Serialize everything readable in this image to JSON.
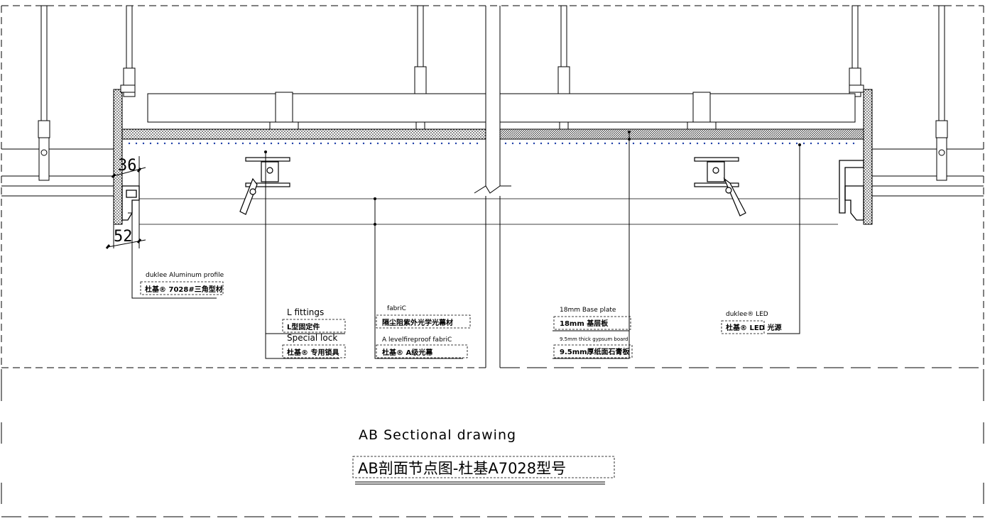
{
  "drawing": {
    "title_en": "AB Sectional drawing",
    "title_cn": "AB剖面节点图-杜基A7028型号"
  },
  "dimensions": {
    "top": "36",
    "bottom": "52"
  },
  "labels": {
    "profile_en": "duklee Aluminum profile",
    "profile_cn": "杜基® 7028#三角型材",
    "l_fittings_en": "L fittings",
    "l_fittings_cn": "L型固定件",
    "special_lock_en": "Special lock",
    "special_lock_cn": "杜基® 专用锁具",
    "fabric_en": "fabriC",
    "fabric_cn": "隔尘阻紫外光学光幕材",
    "fireproof_en": "A levelfireproof fabriC",
    "fireproof_cn": "杜基® A级光幕",
    "base_plate_en": "18mm Base plate",
    "base_plate_cn": "18mm 基层板",
    "gypsum_en": "9.5mm thick gypsum board",
    "gypsum_cn": "9.5mm厚纸面石膏板",
    "led_en": "duklee® LED",
    "led_cn": "杜基® LED 光源"
  },
  "colors": {
    "line": "#000000",
    "led_dot": "#1f3fa8"
  }
}
